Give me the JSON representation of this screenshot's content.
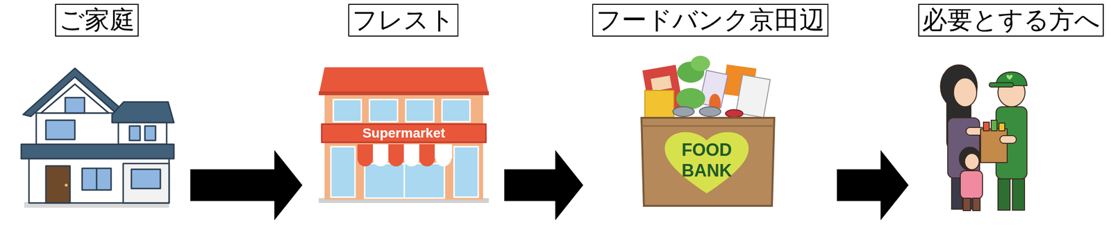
{
  "diagram": {
    "nodes": [
      {
        "text": [
          "ご家庭"
        ]
      },
      {
        "text": [
          "フレスト"
        ]
      },
      {
        "text": [
          "フードバンク京田辺"
        ]
      },
      {
        "text": [
          "必要とする方へ"
        ]
      }
    ],
    "edges": [
      {
        "from": 0,
        "to": 1,
        "arrow": "to"
      },
      {
        "from": 1,
        "to": 2,
        "arrow": "to"
      },
      {
        "from": 2,
        "to": 3,
        "arrow": "to"
      }
    ],
    "labels": [
      "Supermarket",
      "FOOD",
      "BANK"
    ]
  }
}
